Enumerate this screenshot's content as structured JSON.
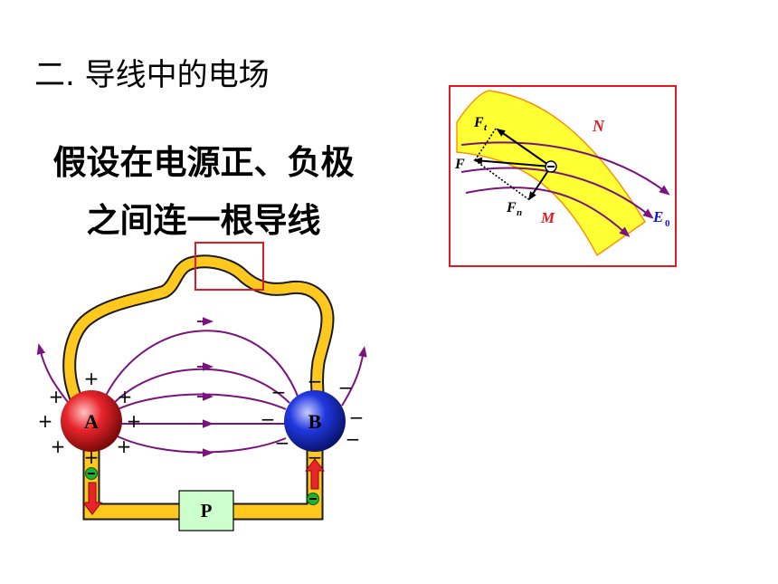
{
  "heading": "二. 导线中的电场",
  "statement": {
    "line1": "假设在电源正、负极",
    "line2": "之间连一根导线"
  },
  "circuit": {
    "positive_terminal_label": "A",
    "negative_terminal_label": "B",
    "source_label": "P",
    "positive_sign": "+",
    "negative_sign": "−"
  },
  "inset": {
    "region_upper_label": "N",
    "region_lower_label": "M",
    "force_total": "F",
    "force_tangential": "F",
    "force_tangential_sub": "t",
    "force_normal": "F",
    "force_normal_sub": "n",
    "field_label": "E",
    "field_sub": "0"
  },
  "colors": {
    "wire_fill": "#ffc81e",
    "wire_edge": "#1a1a1a",
    "field_line": "#7a137e",
    "highlight_box": "#e21a22",
    "terminal_positive": "#e8242c",
    "terminal_negative": "#2038e0",
    "electron": "#1fb02c",
    "conductor_band": "#ffff33",
    "label_red": "#e21a22",
    "label_blue": "#1515d0",
    "source_box": "#ccffcc"
  },
  "icons": [
    "current-arrow-icon",
    "electron-icon"
  ]
}
